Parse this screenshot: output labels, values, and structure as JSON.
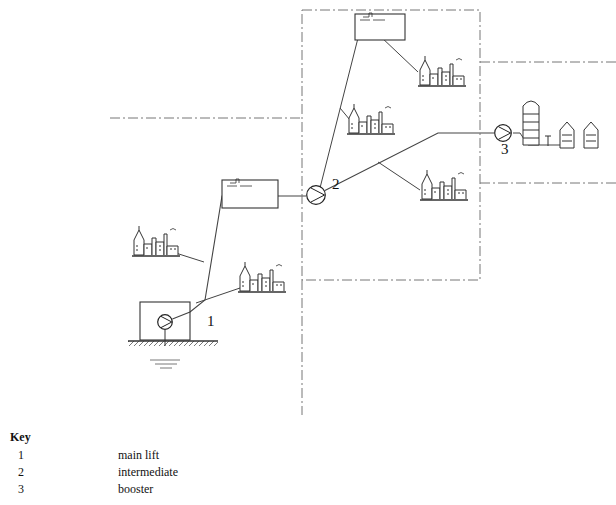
{
  "diagram": {
    "nodes": [
      {
        "text": [
          "1"
        ]
      },
      {
        "text": [
          "2"
        ]
      },
      {
        "text": [
          "3"
        ]
      }
    ],
    "edges": [
      {
        "from": 0,
        "to": 1,
        "arrow": "none"
      },
      {
        "from": 1,
        "to": 2,
        "arrow": "none"
      }
    ],
    "labels": [
      "Key",
      "1",
      "main lift",
      "2",
      "intermediate",
      "3",
      "booster"
    ]
  }
}
